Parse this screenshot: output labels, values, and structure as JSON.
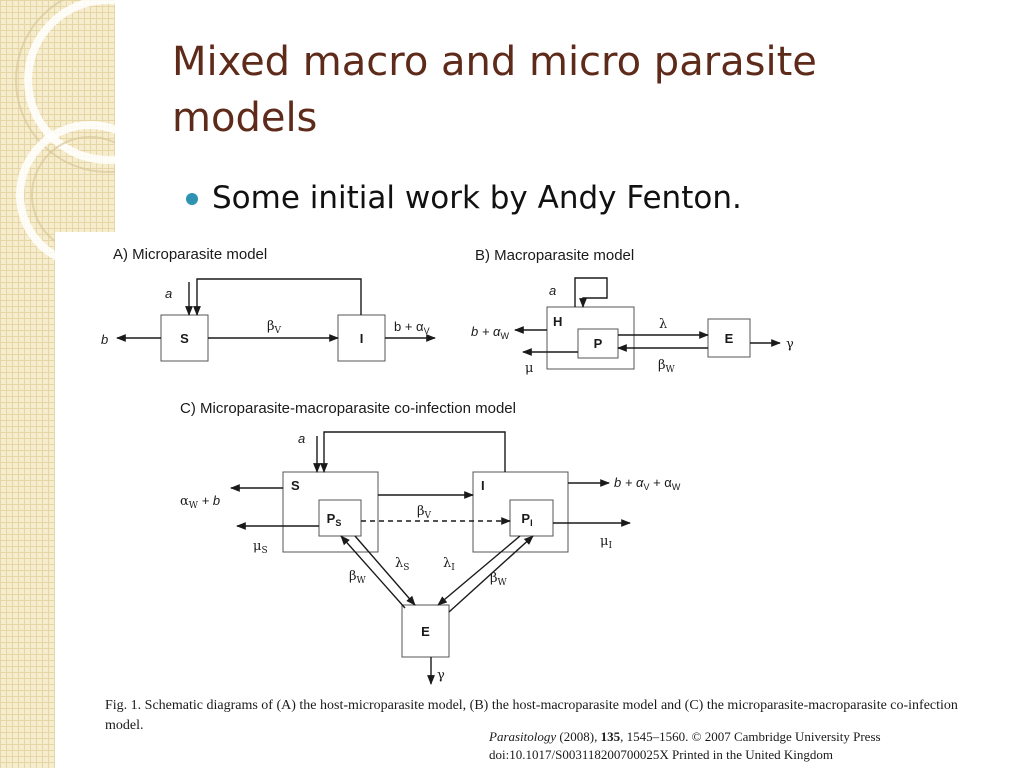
{
  "slide": {
    "title": "Mixed macro and micro parasite models",
    "bullets": [
      "Some initial work by Andy Fenton."
    ],
    "accent_color": "#5e2a1a",
    "bullet_color": "#2e93b3"
  },
  "figure": {
    "panel_a": {
      "title": "A) Microparasite model",
      "nodes": {
        "s": "S",
        "i": "I"
      },
      "labels": {
        "a": "a",
        "b": "b",
        "beta": "β",
        "beta_sub": "V",
        "b_alpha": "b + α",
        "b_alpha_sub": "V"
      }
    },
    "panel_b": {
      "title": "B) Macroparasite model",
      "nodes": {
        "h": "H",
        "p": "P",
        "e": "E"
      },
      "labels": {
        "a": "a",
        "b_alpha": "b + α",
        "b_alpha_sub": "W",
        "mu": "μ",
        "lambda": "λ",
        "beta": "β",
        "beta_sub": "W",
        "gamma": "γ"
      }
    },
    "panel_c": {
      "title": "C) Microparasite-macroparasite co-infection model",
      "nodes": {
        "s": "S",
        "i": "I",
        "ps": "P",
        "ps_sub": "S",
        "pi": "P",
        "pi_sub": "I",
        "e": "E"
      },
      "labels": {
        "a": "a",
        "alpha_b": "α",
        "alpha_b_sub": "W",
        "alpha_b_rest": " + b",
        "mu_s": "μ",
        "mu_s_sub": "S",
        "beta_v": "β",
        "beta_v_sub": "V",
        "out_i": "b + α",
        "out_i_sub1": "V",
        "out_i_mid": " + α",
        "out_i_sub2": "W",
        "mu_i": "μ",
        "mu_i_sub": "I",
        "lambda_s": "λ",
        "lambda_s_sub": "S",
        "lambda_i": "λ",
        "lambda_i_sub": "I",
        "beta_w_left": "β",
        "beta_w_left_sub": "W",
        "beta_w_right": "β",
        "beta_w_right_sub": "W",
        "gamma": "γ"
      }
    },
    "caption": "Fig. 1.  Schematic diagrams of (A) the host-microparasite model, (B) the host-macroparasite model and (C) the microparasite-macroparasite co-infection model.",
    "citation": {
      "journal": "Parasitology",
      "year_pages_pre": " (2008), ",
      "volume": "135",
      "pages": ", 1545–1560.",
      "copyright": "  © 2007 Cambridge University Press",
      "doi": "doi:10.1017/S003118200700025X",
      "printed": "  Printed in the United Kingdom"
    }
  }
}
